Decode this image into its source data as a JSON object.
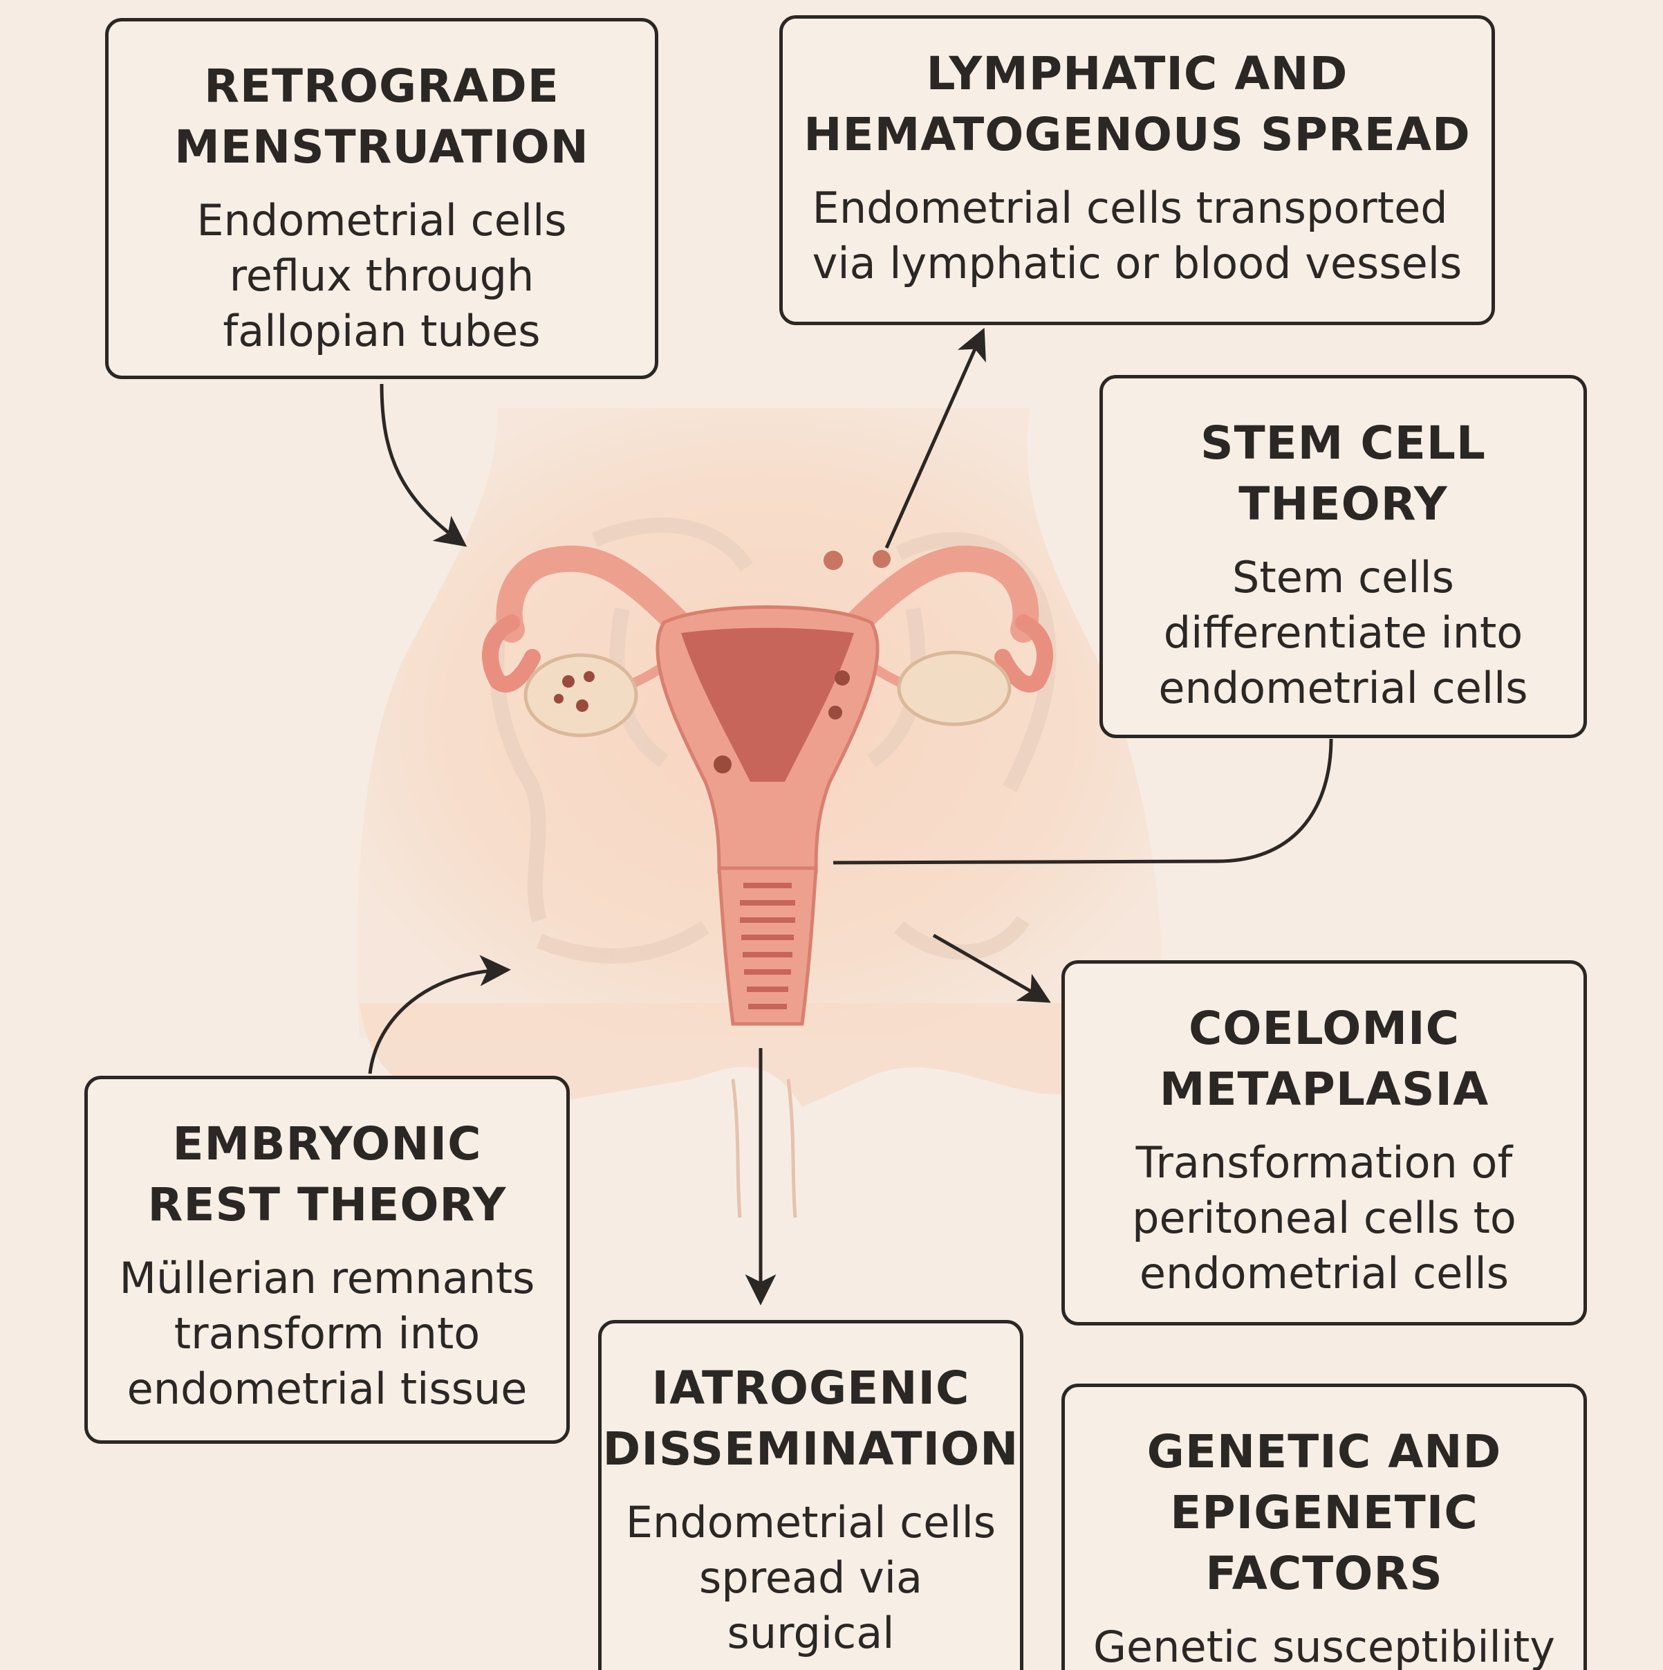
{
  "theories": {
    "retrograde": {
      "title": "RETROGRADE\nMENSTRUATION",
      "description": "Endometrial cells\nreflux through\nfallopian tubes"
    },
    "lymphatic": {
      "title": "LYMPHATIC AND\nHEMATOGENOUS SPREAD",
      "description": "Endometrial cells transported\nvia lymphatic or blood vessels"
    },
    "stem_cell": {
      "title": "STEM CELL\nTHEORY",
      "description": "Stem cells\ndifferentiate into\nendometrial cells"
    },
    "coelomic": {
      "title": "COELOMIC\nMETAPLASIA",
      "description": "Transformation of\nperitoneal cells to\nendometrial cells"
    },
    "embryonic": {
      "title": "EMBRYONIC\nREST THEORY",
      "description": "Müllerian remnants\ntransform into\nendometrial tissue"
    },
    "iatrogenic": {
      "title": "IATROGENIC\nDISSEMINATION",
      "description": "Endometrial cells\nspread via\nsurgical procedures"
    },
    "genetic": {
      "title": "GENETIC AND\nEPIGENETIC\nFACTORS",
      "description": "Genetic susceptibility"
    }
  },
  "colors": {
    "background": "#f6ece3",
    "skin": "#f7d8c4",
    "uterus_outer": "#eea08f",
    "uterus_inner": "#c8655b",
    "ovary": "#f2dcc4",
    "outline": "#2b2724"
  }
}
